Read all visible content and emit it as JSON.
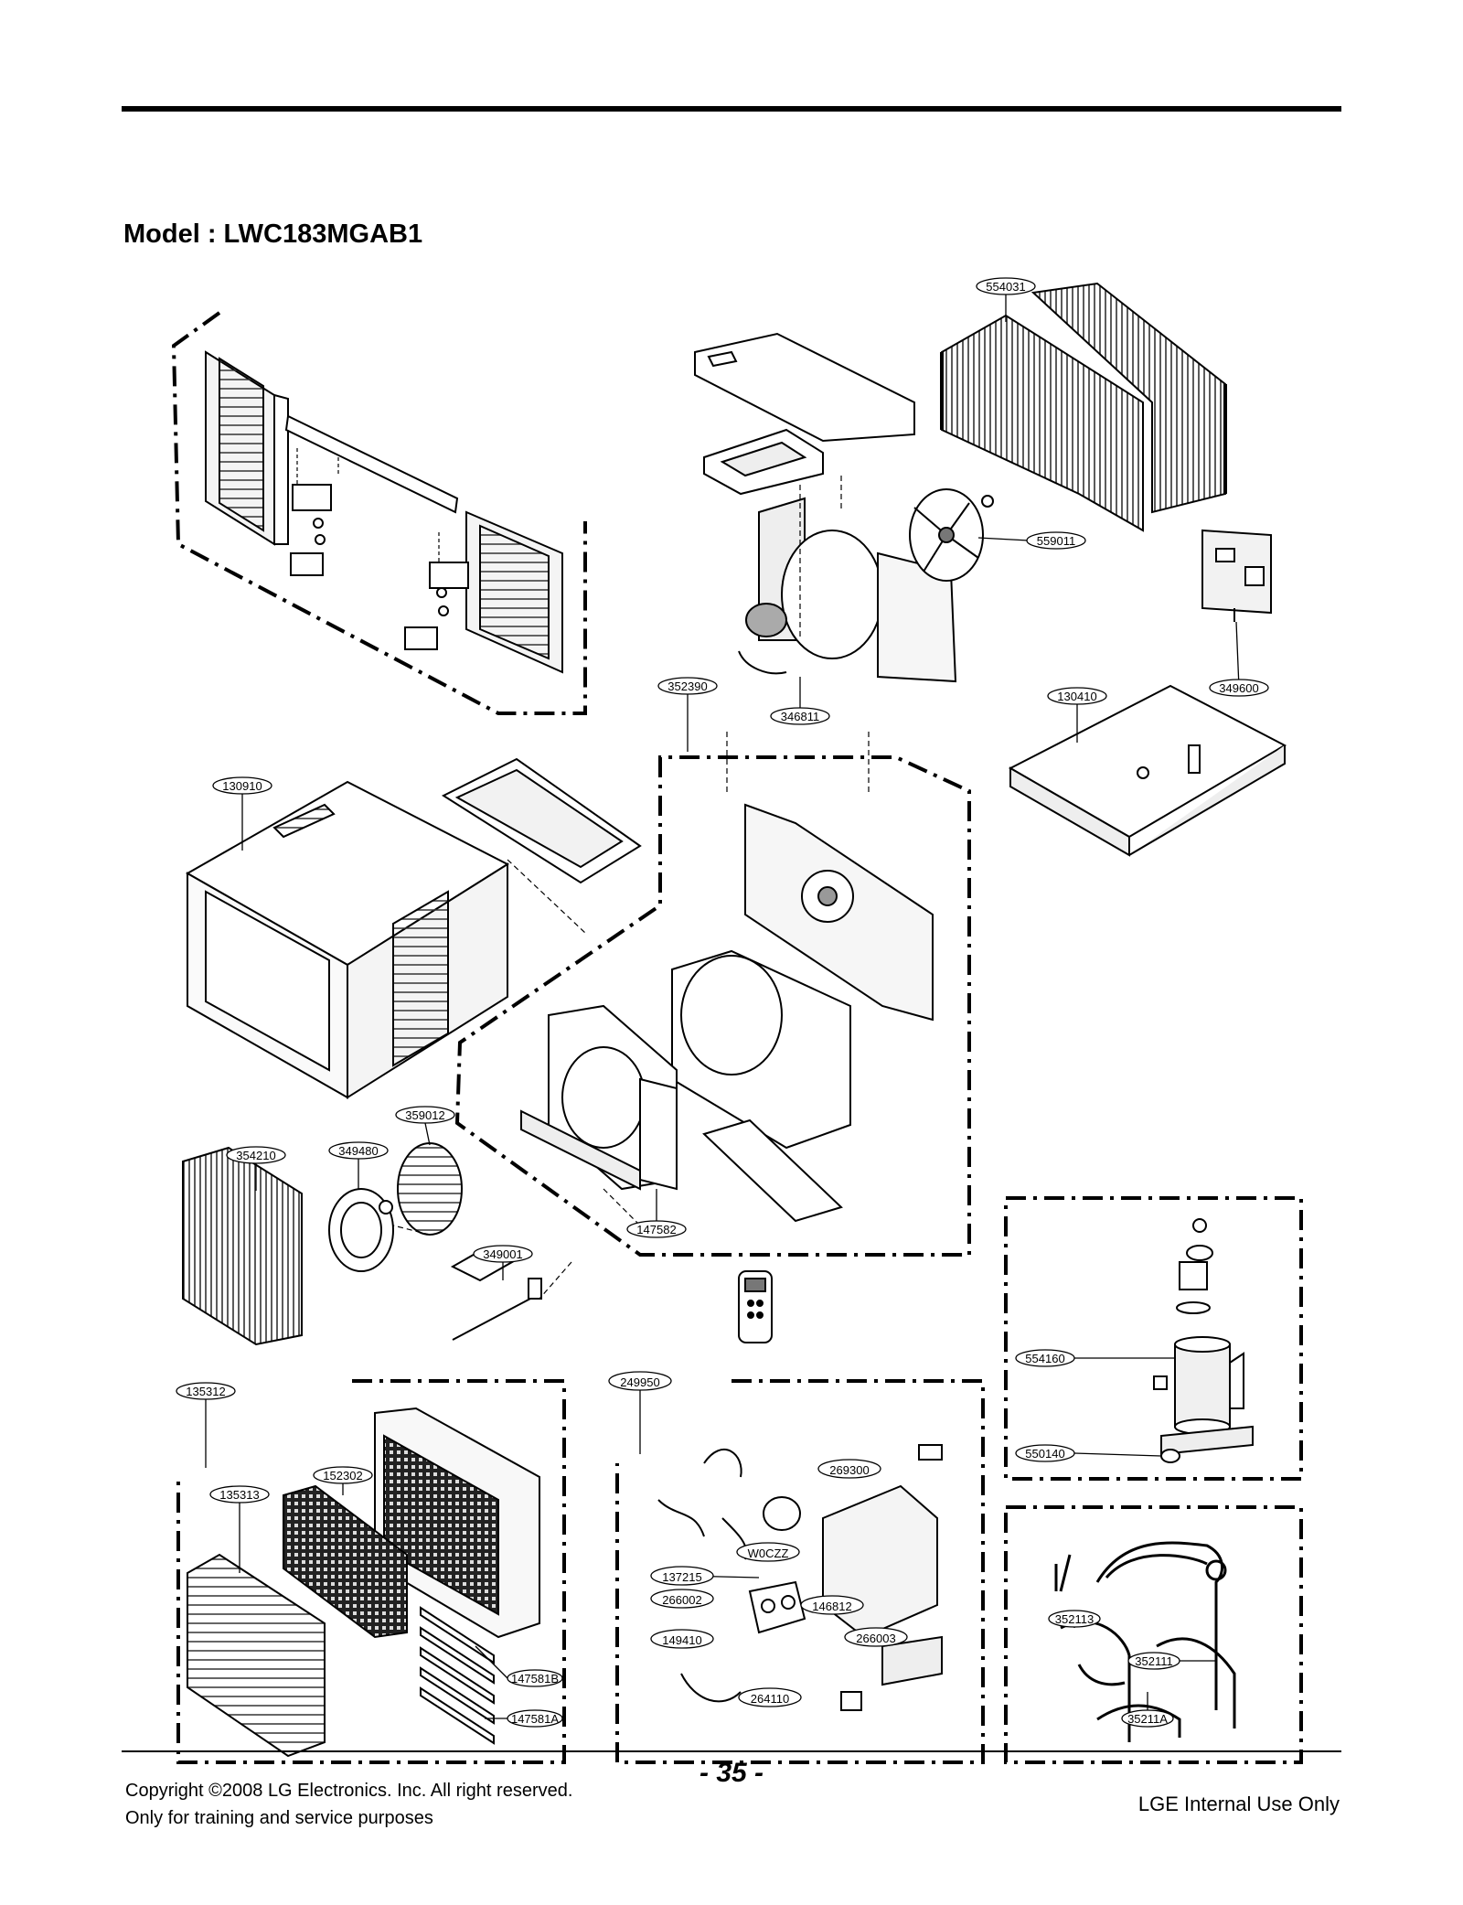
{
  "page": {
    "model_title": "Model : LWC183MGAB1",
    "page_number": "- 35 -",
    "copyright": "Copyright ©2008 LG Electronics. Inc. All right reserved.",
    "purpose": "Only for training and service purposes",
    "internal": "LGE Internal Use Only"
  },
  "parts": {
    "p554031": "554031",
    "p559011": "559011",
    "p349600": "349600",
    "p352390": "352390",
    "p346811": "346811",
    "p130410": "130410",
    "p130910": "130910",
    "p359012": "359012",
    "p354210": "354210",
    "p349480": "349480",
    "p147582": "147582",
    "p349001": "349001",
    "p135312": "135312",
    "p135313": "135313",
    "p152302": "152302",
    "p147581B": "147581B",
    "p147581A": "147581A",
    "p249950": "249950",
    "p269300": "269300",
    "pW0CZZ": "W0CZZ",
    "p137215": "137215",
    "p266002": "266002",
    "p146812": "146812",
    "p149410": "149410",
    "p266003": "266003",
    "p264110": "264110",
    "p554160": "554160",
    "p550140": "550140",
    "p352113": "352113",
    "p352111": "352111",
    "p35211A": "35211A"
  }
}
